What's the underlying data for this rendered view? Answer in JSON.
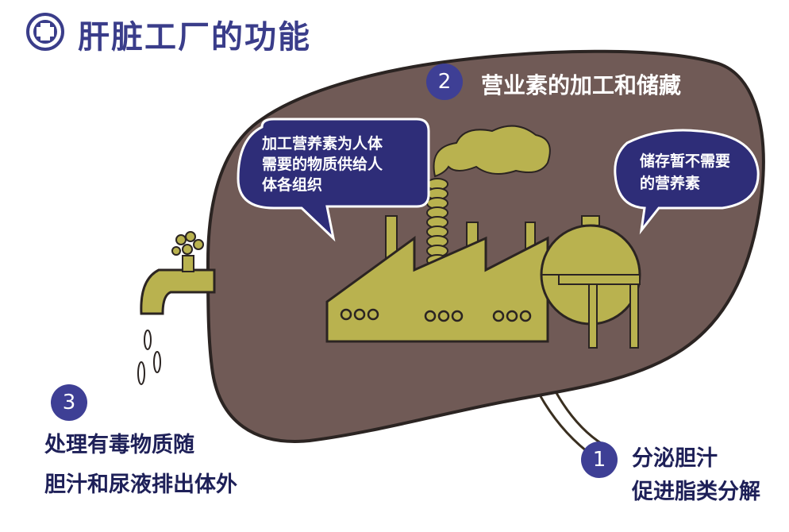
{
  "title": "肝脏工厂的功能",
  "colors": {
    "title": "#3a3d8a",
    "liver": "#705a56",
    "liver_stroke": "#2b2422",
    "factory": "#b9b24f",
    "bubble": "#2e2d78",
    "number_badge": "#3e3f95",
    "label_dark": "#1e2058"
  },
  "icons": [
    "medical-plus-icon",
    "factory-icon",
    "storage-tank-icon",
    "faucet-icon",
    "smoke-cloud-icon"
  ],
  "functions": [
    {
      "number": "1",
      "lines": [
        "分泌胆汁",
        "促进脂类分解"
      ]
    },
    {
      "number": "2",
      "lines": [
        "营业素的加工和储藏"
      ]
    },
    {
      "number": "3",
      "lines": [
        "处理有毒物质随",
        "胆汁和尿液排出体外"
      ]
    }
  ],
  "bubbles": {
    "left": {
      "lines": [
        "加工营养素为人体",
        "需要的物质供给人",
        "体各组织"
      ]
    },
    "right": {
      "lines": [
        "储存暂不需要",
        "的营养素"
      ]
    }
  }
}
